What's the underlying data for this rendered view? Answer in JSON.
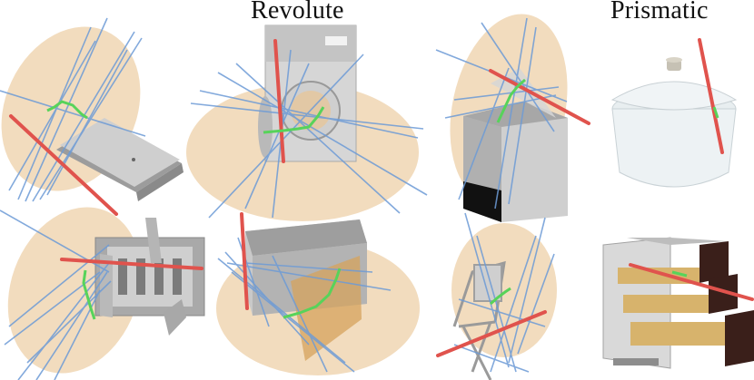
{
  "headings": {
    "revolute": "Revolute",
    "prismatic": "Prismatic"
  },
  "colors": {
    "ellipse_fill": "#e9c593",
    "blue_axis": "#6d9bd6",
    "red_axis": "#e0534d",
    "green_path": "#57d35a",
    "object_gray": "#bdbdbd",
    "wood": "#d7b36c",
    "dark_wood": "#3a1f1a"
  },
  "panels": [
    {
      "id": "laptop",
      "joint": "revolute"
    },
    {
      "id": "washing-machine",
      "joint": "revolute"
    },
    {
      "id": "oven",
      "joint": "revolute"
    },
    {
      "id": "pot-lid",
      "joint": "prismatic"
    },
    {
      "id": "window-frame",
      "joint": "revolute"
    },
    {
      "id": "microwave",
      "joint": "revolute"
    },
    {
      "id": "folding-chair",
      "joint": "revolute"
    },
    {
      "id": "drawer-cabinet",
      "joint": "prismatic"
    }
  ]
}
